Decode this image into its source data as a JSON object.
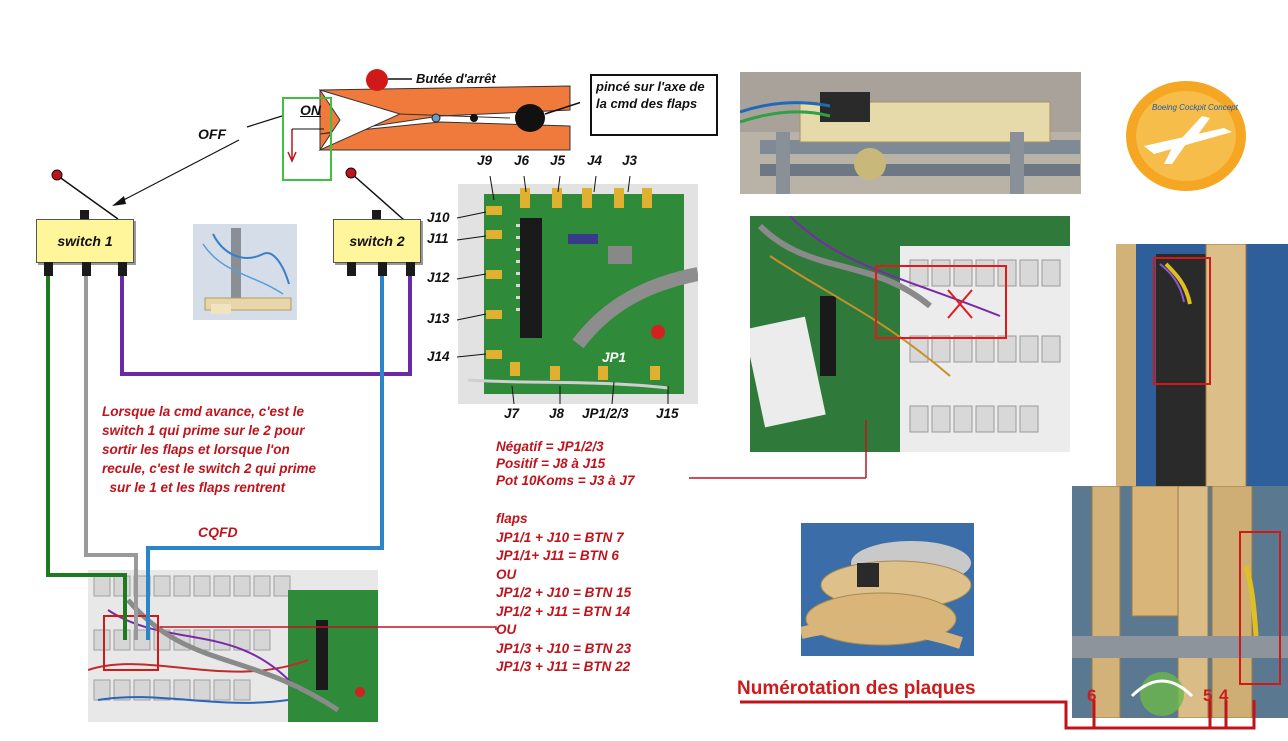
{
  "labels": {
    "stop": "Butée d'arrêt",
    "clamp": "pincé sur l'axe de la cmd des flaps",
    "on": "ON",
    "off": "OFF",
    "switch1": "switch 1",
    "switch2": "switch 2",
    "numbering": "Numérotation des plaques",
    "cqfd": "CQFD"
  },
  "connectors_top": [
    "J9",
    "J6",
    "J5",
    "J4",
    "J3"
  ],
  "connectors_left": [
    "J10",
    "J11",
    "J12",
    "J13",
    "J14"
  ],
  "connectors_bottom": [
    "J7",
    "J8",
    "JP1/2/3",
    "J15"
  ],
  "jp1_label": "JP1",
  "explanation": [
    "Lorsque la cmd avance, c'est le",
    "switch 1 qui prime  sur le 2 pour",
    "sortir les flaps et lorsque l'on",
    "recule, c'est le switch 2 qui prime",
    "  sur le 1 et les flaps rentrent"
  ],
  "pin_notes": [
    "Négatif = JP1/2/3",
    "Positif = J8 à J15",
    "Pot 10Koms = J3 à J7"
  ],
  "flaps_lines": [
    "flaps",
    "JP1/1 + J10 = BTN 7",
    "JP1/1+ J11 = BTN 6",
    "OU",
    "JP1/2 + J10 = BTN 15",
    "JP1/2 + J11 = BTN 14",
    "OU",
    "JP1/3 + J10 = BTN 23",
    "JP1/3 + J11 = BTN 22"
  ],
  "plate_numbers": [
    "6",
    "5",
    "4"
  ],
  "logo_text": "Boeing Cockpit Concept",
  "colors": {
    "red_text": "#c0141c",
    "clothespin": "#f07a3c",
    "switch_fill": "#fff59a",
    "wire_green": "#1e7a1e",
    "wire_grey": "#9a9a9a",
    "wire_purple": "#6a2aa8",
    "wire_blue": "#2a86c8",
    "pcb_green": "#2f8a3a",
    "logo_orange": "#f5a623"
  }
}
